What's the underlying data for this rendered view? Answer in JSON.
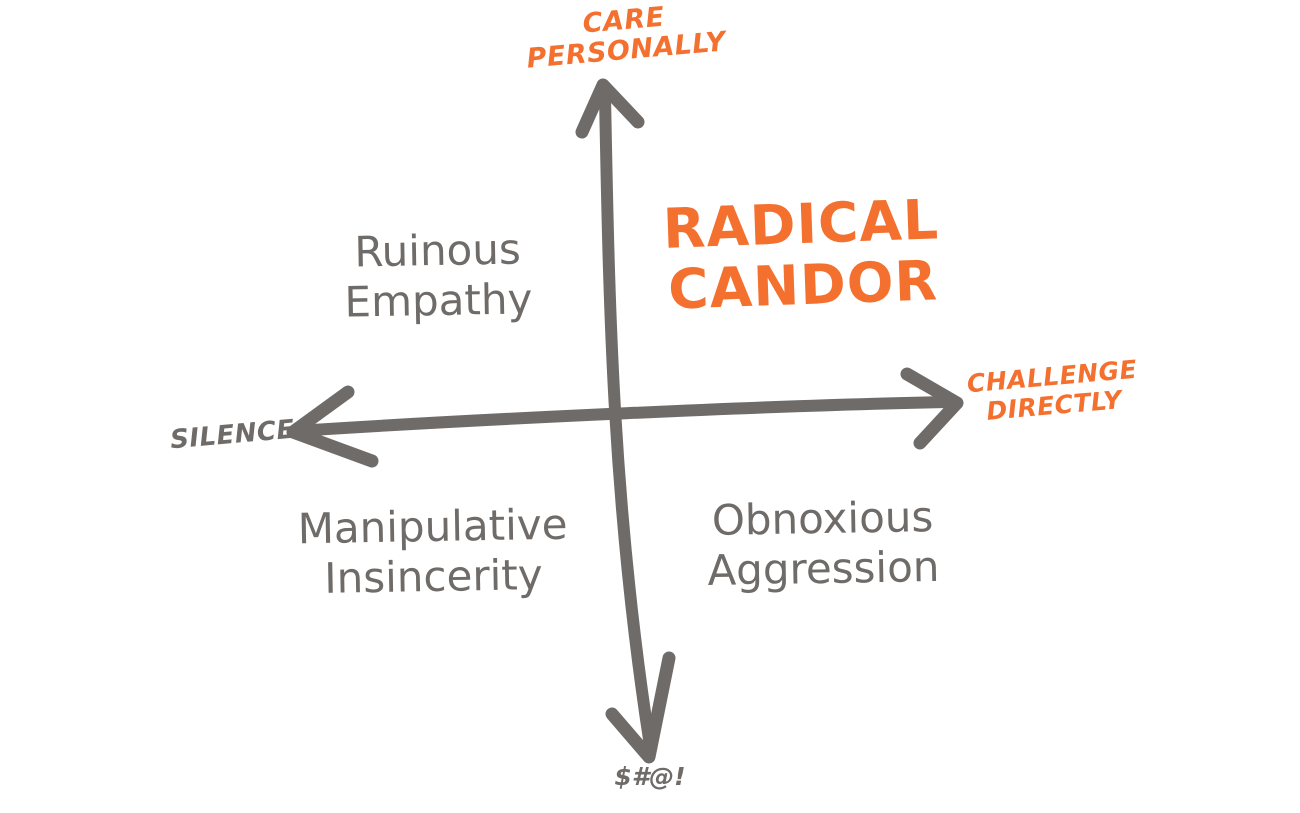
{
  "colors": {
    "accent": "#F4702F",
    "ink": "#6F6B68",
    "background": "#FFFFFF"
  },
  "axes": {
    "top": {
      "line1": "CARE",
      "line2": "PERSONALLY"
    },
    "right": {
      "line1": "CHALLENGE",
      "line2": "DIRECTLY"
    },
    "left": {
      "label": "SILENCE"
    },
    "bottom": {
      "label": "$#@!"
    }
  },
  "quadrants": {
    "top_right": {
      "line1": "RADICAL",
      "line2": "CANDOR"
    },
    "top_left": {
      "line1": "Ruinous",
      "line2": "Empathy"
    },
    "bottom_left": {
      "line1": "Manipulative",
      "line2": "Insincerity"
    },
    "bottom_right": {
      "line1": "Obnoxious",
      "line2": "Aggression"
    }
  }
}
